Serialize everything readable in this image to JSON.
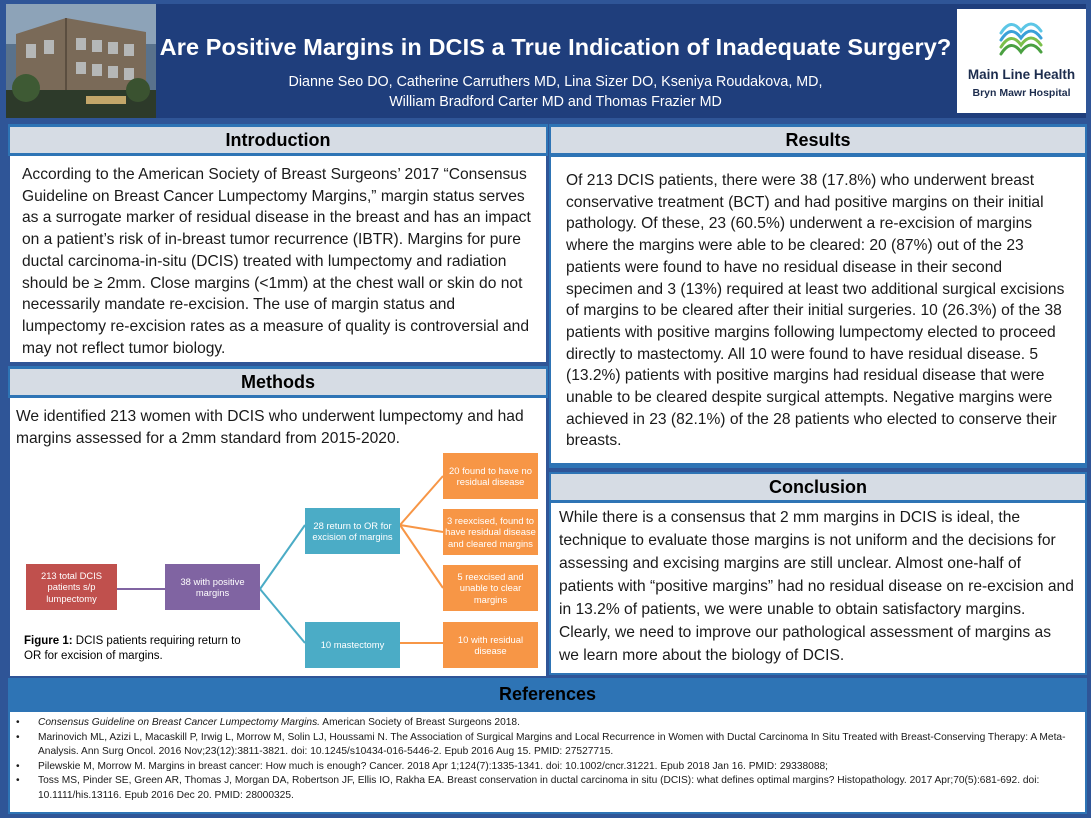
{
  "header": {
    "title": "Are Positive Margins in DCIS a True Indication of Inadequate Surgery?",
    "authors_line1": "Dianne Seo DO, Catherine Carruthers MD, Lina Sizer DO, Kseniya Roudakova, MD,",
    "authors_line2": "William Bradford Carter MD and Thomas Frazier MD",
    "logo_name": "Main Line Health",
    "logo_sub": "Bryn Mawr Hospital"
  },
  "introduction": {
    "heading": "Introduction",
    "body": "According to the American Society of Breast Surgeons’ 2017 “Consensus Guideline on Breast Cancer Lumpectomy Margins,” margin status serves as a surrogate marker of residual disease in the breast and has an impact on a patient’s risk of in-breast tumor recurrence (IBTR). Margins for pure ductal carcinoma-in-situ (DCIS) treated with lumpectomy and radiation should be ≥ 2mm. Close margins (<1mm) at the chest wall or skin do not necessarily mandate re-excision. The use of margin status and lumpectomy re-excision rates as a measure of quality is controversial and may not reflect tumor biology."
  },
  "methods": {
    "heading": "Methods",
    "body": "We identified 213 women with DCIS who underwent lumpectomy and had margins assessed for a 2mm standard from 2015-2020.",
    "flow": {
      "total": "213 total DCIS patients s/p lumpectomy",
      "positive": "38 with positive margins",
      "return_or": "28 return to OR for excision of margins",
      "mastectomy": "10 mastectomy",
      "no_residual": "20 found to have no residual disease",
      "reexcised_cleared": "3 reexcised, found to have residual disease and cleared margins",
      "unable_clear": "5 reexcised and unable to clear margins",
      "with_residual": "10 with residual disease"
    },
    "figure_label": "Figure 1:",
    "figure_caption": " DCIS patients requiring return to OR for excision of margins."
  },
  "results": {
    "heading": "Results",
    "body": "Of 213 DCIS patients, there were 38 (17.8%) who underwent breast conservative treatment (BCT) and had positive margins on their initial pathology. Of these, 23 (60.5%) underwent a re-excision of margins where the margins were able to be cleared: 20 (87%) out of the 23 patients were found to have no residual disease in their second specimen and 3 (13%) required at least two additional surgical excisions of margins to be cleared after their initial surgeries. 10 (26.3%) of the 38 patients with positive margins following lumpectomy elected to proceed directly to mastectomy. All 10 were found to have residual disease. 5 (13.2%) patients with positive margins had residual disease that were unable to be cleared despite surgical attempts. Negative margins were achieved in 23 (82.1%) of the 28 patients who elected to conserve their breasts."
  },
  "conclusion": {
    "heading": "Conclusion",
    "body": "While there is a consensus that 2 mm margins in DCIS is ideal, the technique to evaluate those margins is not uniform and the decisions for assessing and excising margins are still unclear. Almost one-half of patients with “positive margins” had no residual disease on re-excision and in 13.2% of patients, we were unable to obtain satisfactory margins. Clearly, we need to improve our pathological assessment of margins as we learn more about the biology of DCIS."
  },
  "references": {
    "heading": "References",
    "ref1_title": "Consensus Guideline on Breast Cancer Lumpectomy Margins.",
    "ref1_rest": " American Society of Breast Surgeons 2018.",
    "ref2": "Marinovich ML, Azizi L, Macaskill P, Irwig L, Morrow M, Solin LJ, Houssami N. The Association of Surgical Margins and Local Recurrence in Women with Ductal Carcinoma In Situ Treated with Breast-Conserving Therapy: A Meta-Analysis. Ann Surg Oncol. 2016 Nov;23(12):3811-3821. doi: 10.1245/s10434-016-5446-2. Epub 2016 Aug 15. PMID: 27527715.",
    "ref3": "Pilewskie M, Morrow M. Margins in breast cancer: How much is enough? Cancer. 2018 Apr 1;124(7):1335-1341. doi: 10.1002/cncr.31221. Epub 2018 Jan 16. PMID: 29338088;",
    "ref4": "Toss MS, Pinder SE, Green AR, Thomas J, Morgan DA, Robertson JF, Ellis IO, Rakha EA. Breast conservation in ductal carcinoma in situ (DCIS): what defines optimal margins? Histopathology. 2017 Apr;70(5):681-692. doi: 10.1111/his.13116. Epub 2016 Dec 20. PMID: 28000325."
  },
  "colors": {
    "header_bg": "#1f3e7c",
    "section_bar": "#2e74b5",
    "section_head_bg": "#d6dce4",
    "flow_red": "#c0504d",
    "flow_purple": "#8064a2",
    "flow_teal": "#4bacc6",
    "flow_orange": "#f79646"
  }
}
